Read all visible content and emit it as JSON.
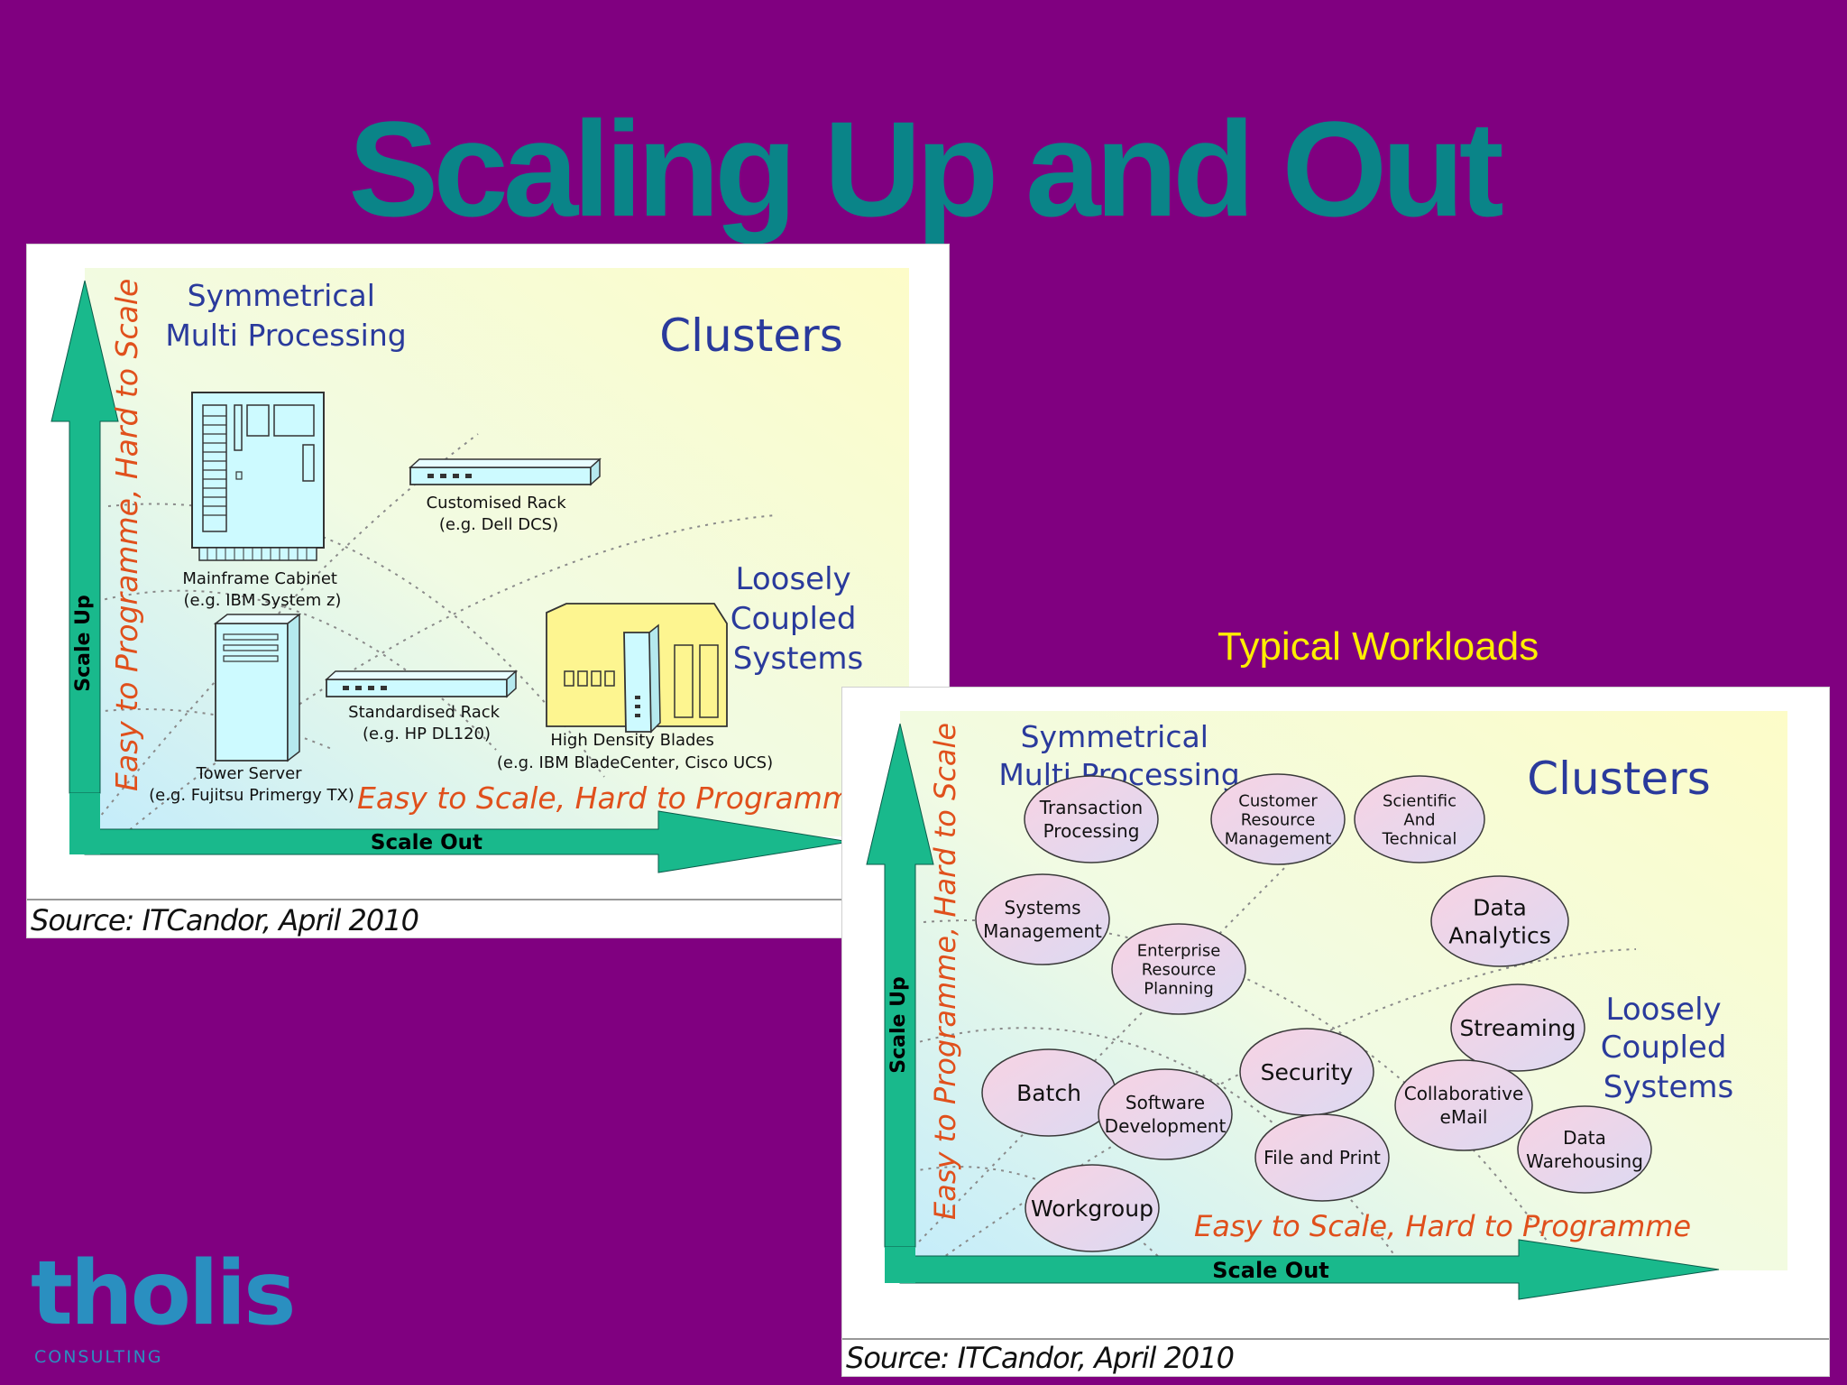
{
  "slide": {
    "title": "Scaling Up and Out",
    "workloads_heading": "Typical Workloads",
    "logo": {
      "name": "tholis",
      "tagline": "CONSULTING"
    }
  },
  "colors": {
    "background": "#800080",
    "title": "#0a8488",
    "heading": "#ffee00",
    "arrow": "#19b98c",
    "blue_text": "#2a3a9c",
    "red_text": "#e0501c",
    "device_fill": "#cdfaff",
    "bubble_fill": "#f3d2e2"
  },
  "diagram_hardware": {
    "label_smp": [
      "Symmetrical",
      "Multi Processing"
    ],
    "label_clusters": "Clusters",
    "label_loose": [
      "Loosely",
      "Coupled",
      "Systems"
    ],
    "axis_y": "Scale Up",
    "axis_x": "Scale Out",
    "side_text": "Easy to Programme, Hard to Scale",
    "bottom_text": "Easy to Scale, Hard to Programme",
    "source": "Source: ITCandor, April 2010",
    "devices": [
      {
        "name": "Mainframe Cabinet",
        "example": "(e.g. IBM System z)",
        "icon": "mainframe-icon"
      },
      {
        "name": "Customised Rack",
        "example": "(e.g. Dell DCS)",
        "icon": "rack-icon"
      },
      {
        "name": "Standardised Rack",
        "example": "(e.g. HP DL120)",
        "icon": "rack-icon"
      },
      {
        "name": "Tower Server",
        "example": "(e.g. Fujitsu Primergy TX)",
        "icon": "tower-server-icon"
      },
      {
        "name": "High Density Blades",
        "example": "(e.g. IBM BladeCenter, Cisco UCS)",
        "icon": "blade-chassis-icon"
      }
    ]
  },
  "diagram_workloads": {
    "label_smp": [
      "Symmetrical",
      "Multi Processing"
    ],
    "label_clusters": "Clusters",
    "label_loose": [
      "Loosely",
      "Coupled",
      "Systems"
    ],
    "axis_y": "Scale Up",
    "axis_x": "Scale Out",
    "side_text": "Easy to Programme, Hard to Scale",
    "bottom_text": "Easy to Scale, Hard to Programme",
    "source": "Source: ITCandor, April 2010",
    "workloads": [
      {
        "lines": [
          "Transaction",
          "Processing"
        ],
        "strong": false
      },
      {
        "lines": [
          "Customer",
          "Resource",
          "Management"
        ],
        "strong": false
      },
      {
        "lines": [
          "Scientific",
          "And",
          "Technical"
        ],
        "strong": false
      },
      {
        "lines": [
          "Systems",
          "Management"
        ],
        "strong": false
      },
      {
        "lines": [
          "Data",
          "Analytics"
        ],
        "strong": true
      },
      {
        "lines": [
          "Enterprise",
          "Resource",
          "Planning"
        ],
        "strong": false
      },
      {
        "lines": [
          "Streaming"
        ],
        "strong": true
      },
      {
        "lines": [
          "Batch"
        ],
        "strong": true
      },
      {
        "lines": [
          "Security"
        ],
        "strong": true
      },
      {
        "lines": [
          "Software",
          "Development"
        ],
        "strong": false
      },
      {
        "lines": [
          "Collaborative",
          "eMail"
        ],
        "strong": false
      },
      {
        "lines": [
          "File and Print"
        ],
        "strong": false
      },
      {
        "lines": [
          "Data",
          "Warehousing"
        ],
        "strong": false
      },
      {
        "lines": [
          "Workgroup"
        ],
        "strong": true
      }
    ]
  }
}
